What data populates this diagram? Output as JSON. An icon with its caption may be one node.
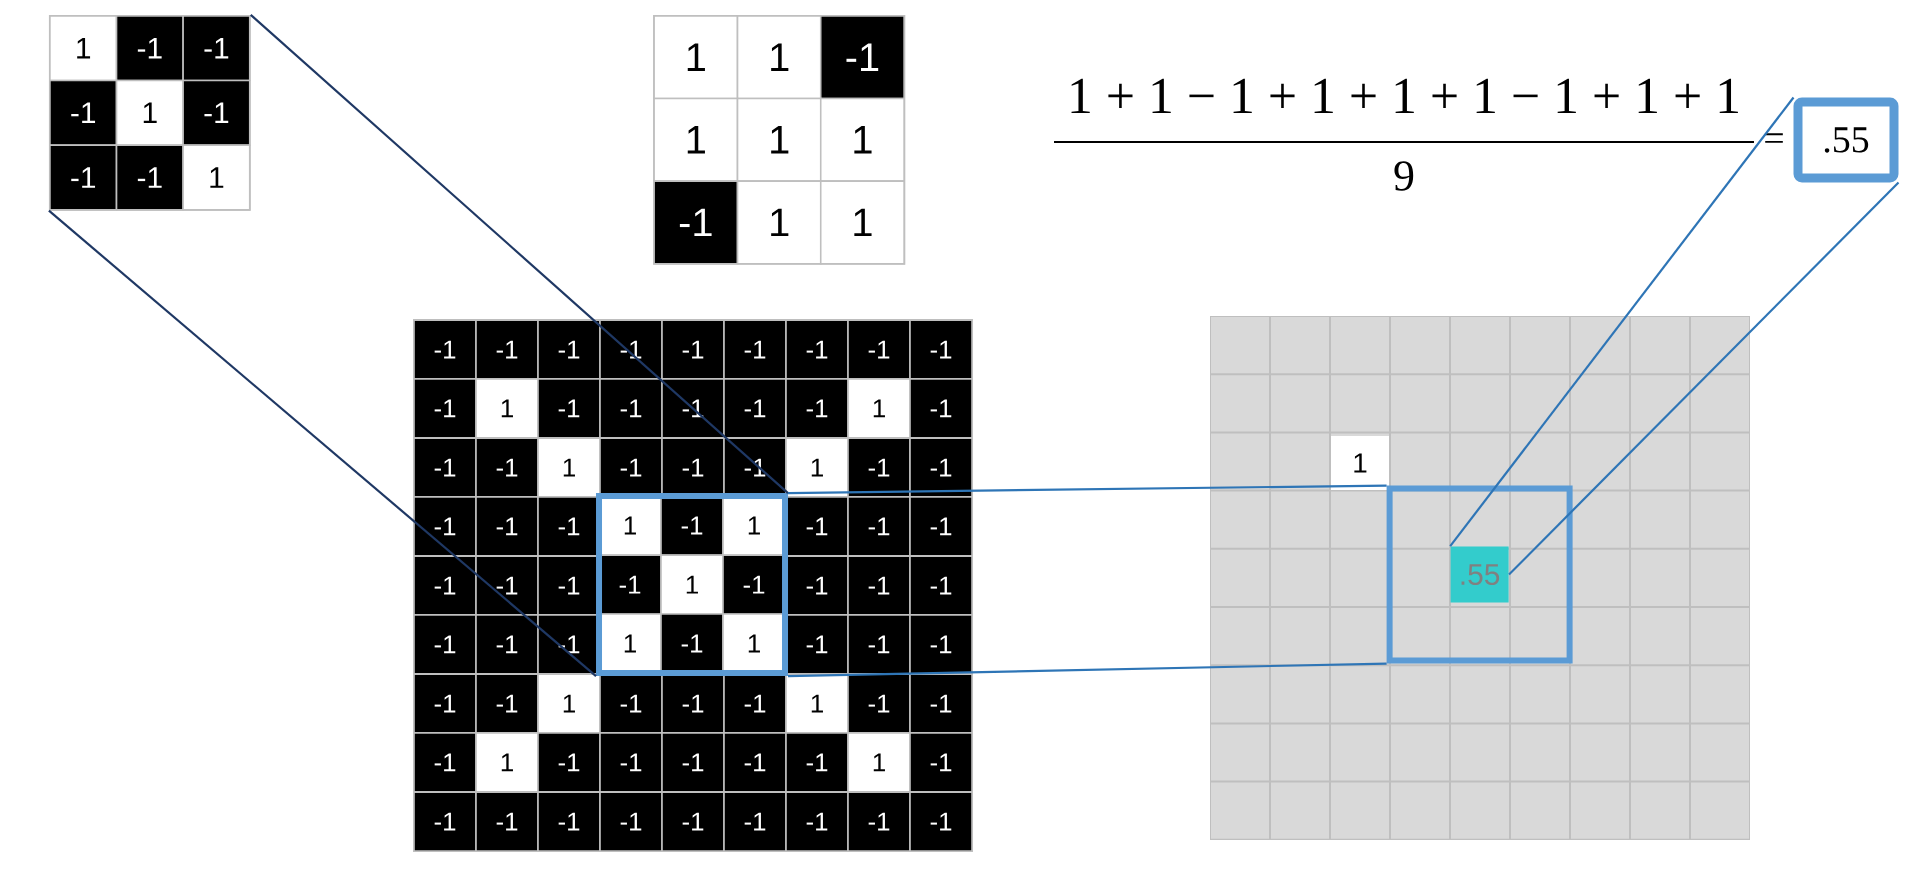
{
  "diagram": {
    "nodes": [
      {
        "text": [
          "1",
          "-1",
          "-1",
          "-1",
          "1",
          "-1",
          "-1",
          "-1",
          "1"
        ]
      },
      {
        "text": [
          "1",
          "1",
          "-1",
          "1",
          "1",
          "1",
          "-1",
          "1",
          "1"
        ]
      },
      {
        "text": [
          "-1",
          "-1",
          "-1",
          "-1",
          "-1",
          "-1",
          "-1",
          "-1",
          "-1",
          "-1",
          "1",
          "-1",
          "-1",
          "-1",
          "-1",
          "-1",
          "1",
          "-1",
          "-1",
          "-1",
          "1",
          "-1",
          "-1",
          "-1",
          "1",
          "-1",
          "-1",
          "-1",
          "-1",
          "-1",
          "-1",
          "-1",
          "-1",
          "-1",
          "-1",
          "-1",
          "-1",
          "-1",
          "-1",
          "-1",
          "-1",
          "-1",
          "-1",
          "-1",
          "-1",
          "-1",
          "-1",
          "1",
          "-1",
          "-1",
          "-1",
          "1",
          "-1",
          "-1",
          "-1",
          "1",
          "-1",
          "-1",
          "-1",
          "-1",
          "-1",
          "1",
          "-1",
          "-1",
          "-1",
          "-1",
          "-1",
          "-1",
          "-1",
          "-1",
          "-1",
          "-1"
        ]
      },
      {
        "text": [
          "1",
          "-1",
          "1",
          "-1",
          "1",
          "-1",
          "1",
          "-1",
          "1"
        ],
        "in": 2
      },
      {
        "text": [
          "1"
        ]
      },
      {
        "text": [],
        "shape": "box",
        "in": 4
      },
      {
        "text": [
          ".55"
        ],
        "in": 5
      },
      {
        "text": [
          ".55"
        ]
      }
    ],
    "edges": [
      {
        "from": 0,
        "to": 3,
        "arrow": "none",
        "color": "#1f3864"
      },
      {
        "from": 0,
        "to": 3,
        "arrow": "none",
        "color": "#1f3864"
      },
      {
        "from": 3,
        "to": 5,
        "arrow": "none"
      },
      {
        "from": 3,
        "to": 5,
        "arrow": "none"
      },
      {
        "from": 6,
        "to": 7,
        "arrow": "none"
      },
      {
        "from": 6,
        "to": 7,
        "arrow": "none"
      }
    ],
    "labels": [
      "1 + 1 − 1 + 1 + 1 + 1 − 1 + 1 + 1",
      "9",
      "="
    ]
  }
}
